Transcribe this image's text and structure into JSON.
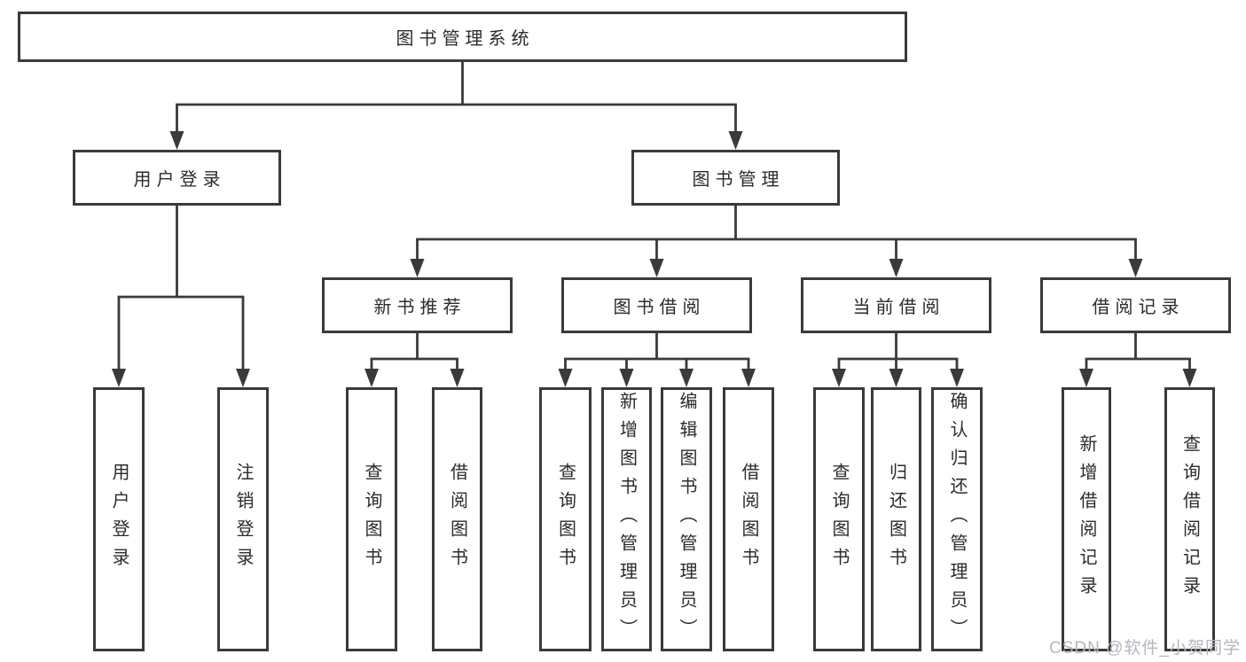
{
  "diagram": {
    "root": "图书管理系统",
    "level2": {
      "user_login": "用户登录",
      "book_mgmt": "图书管理"
    },
    "level3": {
      "new_books": "新书推荐",
      "book_borrow": "图书借阅",
      "current_borrow": "当前借阅",
      "borrow_records": "借阅记录"
    },
    "leaves": {
      "user_login": [
        "用户登录",
        "注销登录"
      ],
      "new_books": [
        "查询图书",
        "借阅图书"
      ],
      "book_borrow": [
        "查询图书",
        "新增图书（管理员）",
        "编辑图书（管理员）",
        "借阅图书"
      ],
      "current_borrow": [
        "查询图书",
        "归还图书",
        "确认归还（管理员）"
      ],
      "borrow_records": [
        "新增借阅记录",
        "查询借阅记录"
      ]
    },
    "colors": {
      "line": "#3a3a3a",
      "text": "#2b2b2b",
      "background": "#ffffff",
      "watermark": "#b5b5bd"
    },
    "watermark": "CSDN @软件_小贺同学"
  }
}
